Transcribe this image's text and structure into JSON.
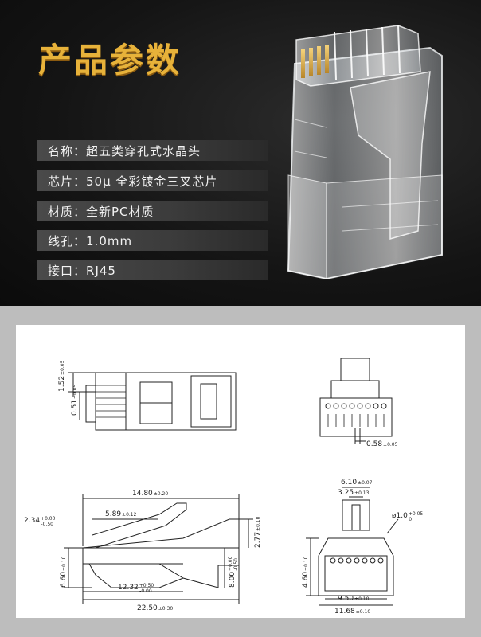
{
  "title": "产品参数",
  "specs": [
    {
      "label": "名称：",
      "value": "超五类穿孔式水晶头"
    },
    {
      "label": "芯片：",
      "value": "50μ 全彩镀金三叉芯片"
    },
    {
      "label": "材质：",
      "value": "全新PC材质"
    },
    {
      "label": "线孔：",
      "value": "1.0mm"
    },
    {
      "label": "接口：",
      "value": "RJ45"
    }
  ],
  "drawing": {
    "dim_152": "1.52",
    "dim_152_tol": "±0.05",
    "dim_051": "0.51",
    "dim_051_tol": "±0.05",
    "dim_058": "0.58",
    "dim_058_tol": "±0.05",
    "dim_1480": "14.80",
    "dim_1480_tol": "±0.20",
    "dim_589": "5.89",
    "dim_589_tol": "±0.12",
    "dim_234": "2.34",
    "dim_234_tol_up": "+0.00",
    "dim_234_tol_dn": "-0.50",
    "dim_277": "2.77",
    "dim_277_tol": "±0.10",
    "dim_660": "6.60",
    "dim_660_tol": "±0.10",
    "dim_800": "8.00",
    "dim_800_tol_up": "+0.00",
    "dim_800_tol_dn": "-0.50",
    "dim_1232": "12.32",
    "dim_1232_tol_up": "+0.50",
    "dim_1232_tol_dn": "-0.00",
    "dim_2250": "22.50",
    "dim_2250_tol": "±0.30",
    "dim_610": "6.10",
    "dim_610_tol": "±0.07",
    "dim_325": "3.25",
    "dim_325_tol": "±0.13",
    "dim_phi": "ø1.0",
    "dim_phi_tol_up": "+0.05",
    "dim_phi_tol_dn": "0",
    "dim_460": "4.60",
    "dim_460_tol": "±0.10",
    "dim_950": "9.50",
    "dim_950_tol": "±0.10",
    "dim_1168": "11.68",
    "dim_1168_tol": "±0.10"
  },
  "colors": {
    "title": "#e7b23a",
    "background_top": "#141414",
    "spec_bar": "#3b3b3b",
    "sheet_border": "#bdbdbd"
  }
}
